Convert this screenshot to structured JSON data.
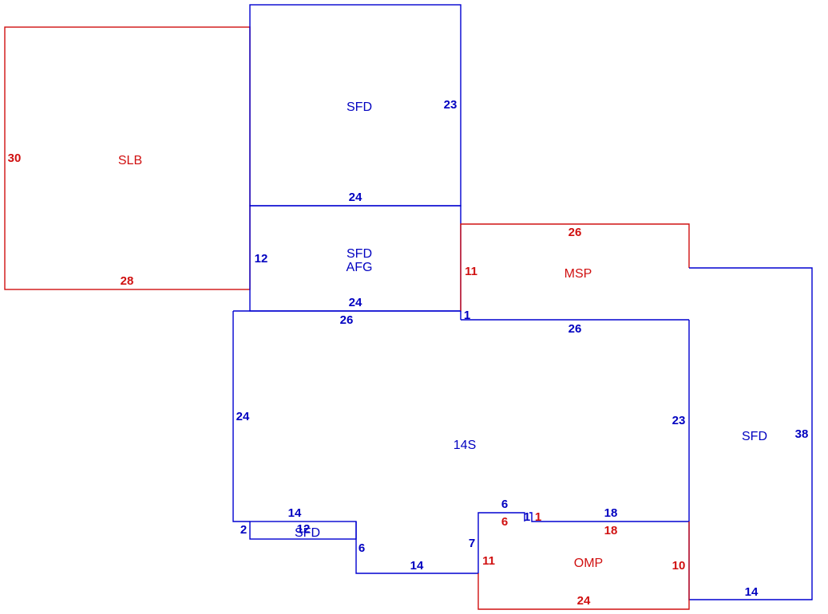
{
  "colors": {
    "blue": "#0000c0",
    "red": "#d01010"
  },
  "areas": {
    "slb": "SLB",
    "sfd_top": "SFD",
    "sfd_afg_1": "SFD",
    "sfd_afg_2": "AFG",
    "msp": "MSP",
    "main": "14S",
    "sfd_right": "SFD",
    "sfd_small": "SFD",
    "omp": "OMP"
  },
  "dims": {
    "slb_left": "30",
    "slb_bottom": "28",
    "sfd_top_right": "23",
    "sfd_top_bottom": "24",
    "afg_left": "12",
    "afg_bottom": "24",
    "main_top": "26",
    "msp_top": "26",
    "msp_left": "11",
    "msp_bottom": "26",
    "msp_offset": "1",
    "main_left": "24",
    "main_right": "23",
    "right_side": "38",
    "right_bottom": "14",
    "small_top": "14",
    "small_left": "2",
    "small_inner": "12",
    "small_right": "6",
    "main_bottom": "14",
    "notch_left": "7",
    "notch_top": "6",
    "notch_red": "6",
    "notch_red_1": "1",
    "notch_blue_1": "1",
    "omp_top_blue": "18",
    "omp_top_red": "18",
    "omp_left": "11",
    "omp_right": "10",
    "omp_bottom": "24"
  }
}
